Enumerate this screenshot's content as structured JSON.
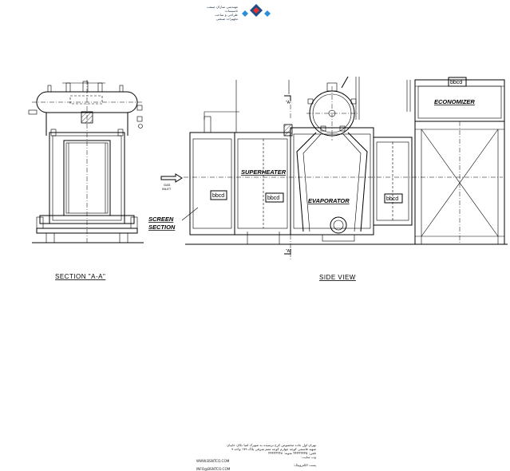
{
  "header": {
    "company_name_fa": "مهندسی سازان صنعت تاسیسات",
    "company_sub_fa": "طراحی و ساخت تجهیزات صنعتی"
  },
  "labels": {
    "section_view": "SECTION \"A-A\"",
    "side_view": "SIDE VIEW",
    "superheater": "SUPERHEATER",
    "evaporator": "EVAPORATOR",
    "economizer": "ECONOMIZER",
    "screen_section_1": "SCREEN",
    "screen_section_2": "SECTION",
    "gas_inlet_1": "GAS",
    "gas_inlet_2": "INLET",
    "section_marker_top": "\"A\"",
    "section_marker_bottom": "\"A\"",
    "nameplate": "bbcd"
  },
  "footer": {
    "address_1": "تهران اول جاده مخصوص کرج نرسیده به شهرک لعیا نکان خاییان",
    "address_2": "شهید قاسمی کوچه چهارم کوچه معم شرقی پلاک ۱۷۹ واحد ۹",
    "phone": "تلفن: ۴۴۴۴۴۴۴۵ نمونه: ۴۴۴۴۴۴۴۸",
    "website_label": "وب سایت:",
    "website": "WWW.BSNTCO.COM",
    "email_label": "پست الکترونیک:",
    "email": "INFO@BSNTCO.COM"
  }
}
